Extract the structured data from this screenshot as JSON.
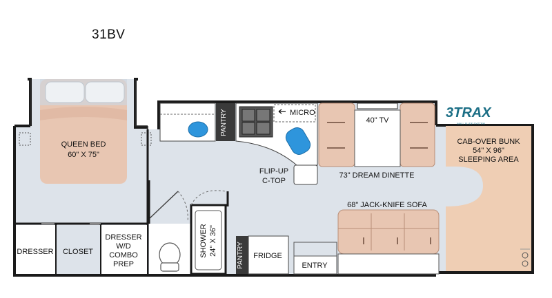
{
  "model": "31BV",
  "logo": {
    "brand": "3TRAX",
    "tagline": "WALL SLIDE SYSTEM",
    "color": "#1c6f86"
  },
  "colors": {
    "floor": "#dde3ea",
    "wall": "#1a1a1a",
    "bed": "#e8c6b2",
    "bunk": "#efceb4",
    "bath": "#ffffff",
    "sink": "#2e95dc"
  },
  "rooms": {
    "queen_bed": [
      "QUEEN BED",
      "60\" X 75\""
    ],
    "cab_over": [
      "CAB-OVER BUNK",
      "54\" X 96\"",
      "SLEEPING AREA"
    ],
    "dresser_left": "DRESSER",
    "closet": "CLOSET",
    "dresser_combo": [
      "DRESSER",
      "W/D",
      "COMBO",
      "PREP"
    ],
    "shower": [
      "SHOWER",
      "24\" X 36\""
    ],
    "pantry_top": "PANTRY",
    "pantry_bottom": "PANTRY",
    "fridge": "FRIDGE",
    "entry": "ENTRY",
    "micro": "MICRO",
    "tv": "40\" TV",
    "dinette": "73\" DREAM DINETTE",
    "flip_up": [
      "FLIP-UP",
      "C-TOP"
    ],
    "sofa": "68\" JACK-KNIFE SOFA"
  }
}
